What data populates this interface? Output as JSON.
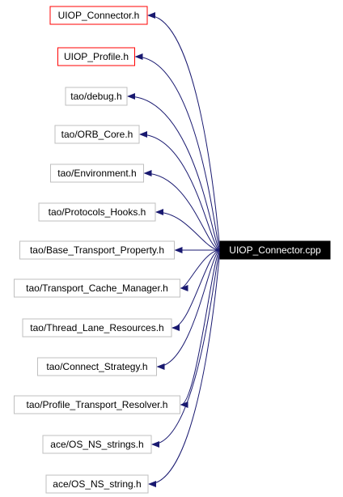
{
  "diagram": {
    "source": {
      "label": "UIOP_Connector.cpp",
      "fill": "#000000",
      "text_color": "#ffffff"
    },
    "edge_color": "#191970",
    "default_border": "#bfbfbf",
    "highlight_border": "#ff0000",
    "targets": [
      {
        "label": "UIOP_Connector.h",
        "border": "red"
      },
      {
        "label": "UIOP_Profile.h",
        "border": "red"
      },
      {
        "label": "tao/debug.h",
        "border": "gray"
      },
      {
        "label": "tao/ORB_Core.h",
        "border": "gray"
      },
      {
        "label": "tao/Environment.h",
        "border": "gray"
      },
      {
        "label": "tao/Protocols_Hooks.h",
        "border": "gray"
      },
      {
        "label": "tao/Base_Transport_Property.h",
        "border": "gray"
      },
      {
        "label": "tao/Transport_Cache_Manager.h",
        "border": "gray"
      },
      {
        "label": "tao/Thread_Lane_Resources.h",
        "border": "gray"
      },
      {
        "label": "tao/Connect_Strategy.h",
        "border": "gray"
      },
      {
        "label": "tao/Profile_Transport_Resolver.h",
        "border": "gray"
      },
      {
        "label": "ace/OS_NS_strings.h",
        "border": "gray"
      },
      {
        "label": "ace/OS_NS_string.h",
        "border": "gray"
      }
    ]
  }
}
